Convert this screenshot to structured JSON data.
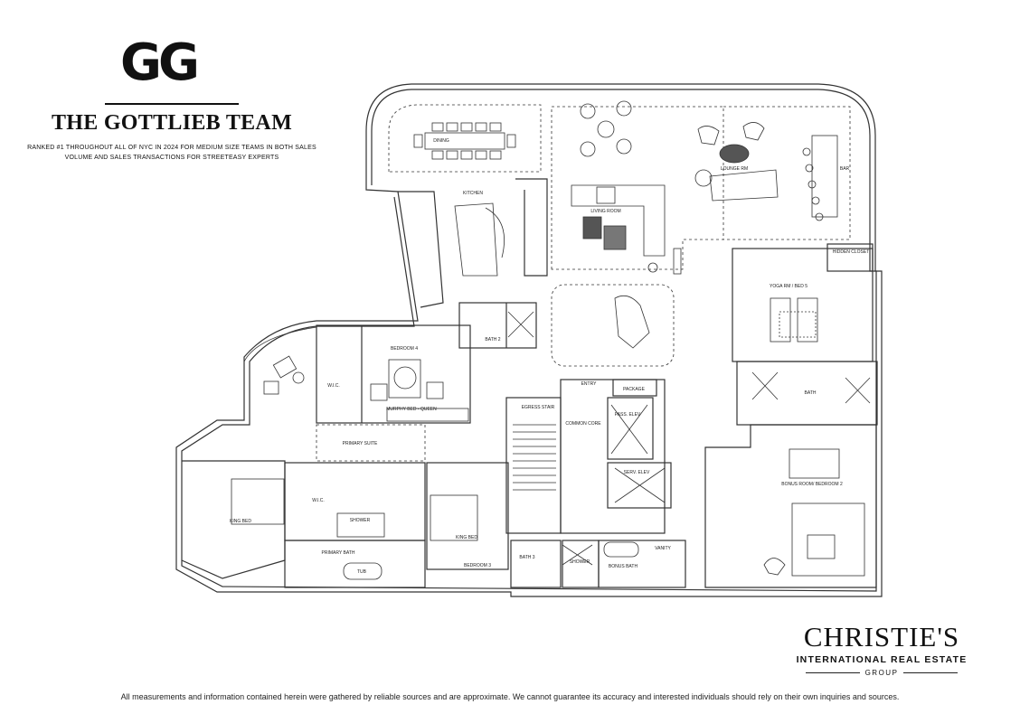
{
  "brand": {
    "logo": "GG",
    "team_name": "THE GOTTLIEB TEAM",
    "tagline": "RANKED #1 THROUGHOUT ALL OF NYC IN 2024 FOR MEDIUM SIZE TEAMS IN BOTH SALES VOLUME AND SALES TRANSACTIONS FOR STREETEASY EXPERTS"
  },
  "floorplan": {
    "rooms": {
      "dining": "DINING",
      "kitchen": "KITCHEN",
      "living_room": "LIVING ROOM",
      "lounge_rm": "LOUNGE RM",
      "bar": "BAR",
      "hidden_closet": "HIDDEN CLOSET",
      "yoga_rm": "YOGA RM / BED 5",
      "bath_right": "BATH",
      "bath_2": "BATH 2",
      "bedroom_4": "BEDROOM 4",
      "wic_upper": "W.I.C.",
      "murphy_bed": "MURPHY BED - QUEEN",
      "primary_suite": "PRIMARY SUITE",
      "entry": "ENTRY",
      "package": "PACKAGE",
      "egress_stair": "EGRESS STAIR",
      "common_core": "COMMON CORE",
      "pass_elev": "PASS. ELEV",
      "serv_elev": "SERV. ELEV",
      "bonus_room": "BONUS ROOM/ BEDROOM 2",
      "wic_lower": "W.I.C.",
      "shower_primary": "SHOWER",
      "king_bed_left": "KING BED",
      "primary_bath": "PRIMARY BATH",
      "tub": "TUB",
      "king_bed_center": "KING BED",
      "bedroom_3": "BEDROOM 3",
      "bath_3": "BATH 3",
      "shower_bonus": "SHOWER",
      "bonus_bath": "BONUS BATH",
      "vanity": "VANITY"
    }
  },
  "christies": {
    "name": "CHRISTIE'S",
    "line2": "INTERNATIONAL REAL ESTATE",
    "line3": "GROUP"
  },
  "disclaimer": "All measurements and information contained herein were gathered by reliable sources and are approximate. We cannot guarantee its accuracy and interested individuals should rely on their own inquiries and sources.",
  "colors": {
    "ink": "#111111",
    "line": "#333333",
    "fill_dark": "#444444"
  }
}
